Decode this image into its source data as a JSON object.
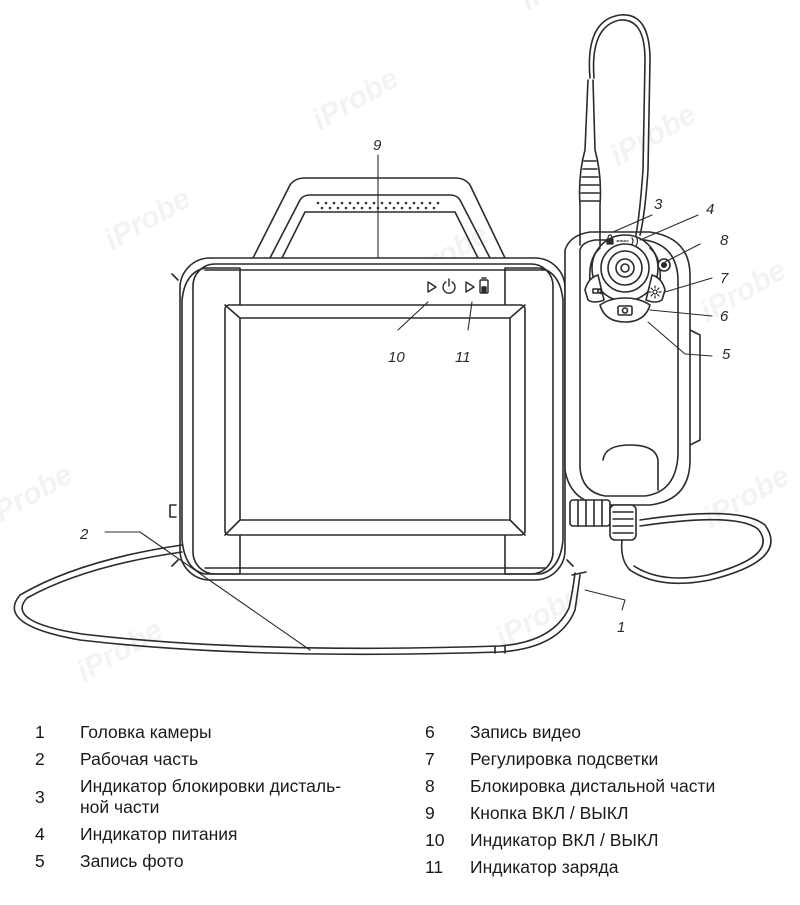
{
  "diagram": {
    "callouts": [
      "1",
      "2",
      "3",
      "4",
      "5",
      "6",
      "7",
      "8",
      "9",
      "10",
      "11"
    ],
    "watermark": "iProbe"
  },
  "legend": {
    "left": [
      {
        "num": "1",
        "text": "Головка камеры"
      },
      {
        "num": "2",
        "text": "Рабочая часть"
      },
      {
        "num": "3",
        "text": "Индикатор блокировки дисталь-\nной части"
      },
      {
        "num": "4",
        "text": "Индикатор питания"
      },
      {
        "num": "5",
        "text": "Запись фото"
      }
    ],
    "right": [
      {
        "num": "6",
        "text": "Запись видео"
      },
      {
        "num": "7",
        "text": "Регулировка подсветки"
      },
      {
        "num": "8",
        "text": "Блокировка дистальной части"
      },
      {
        "num": "9",
        "text": "Кнопка ВКЛ / ВЫКЛ"
      },
      {
        "num": "10",
        "text": "Индикатор ВКЛ / ВЫКЛ"
      },
      {
        "num": "11",
        "text": "Индикатор заряда"
      }
    ]
  }
}
